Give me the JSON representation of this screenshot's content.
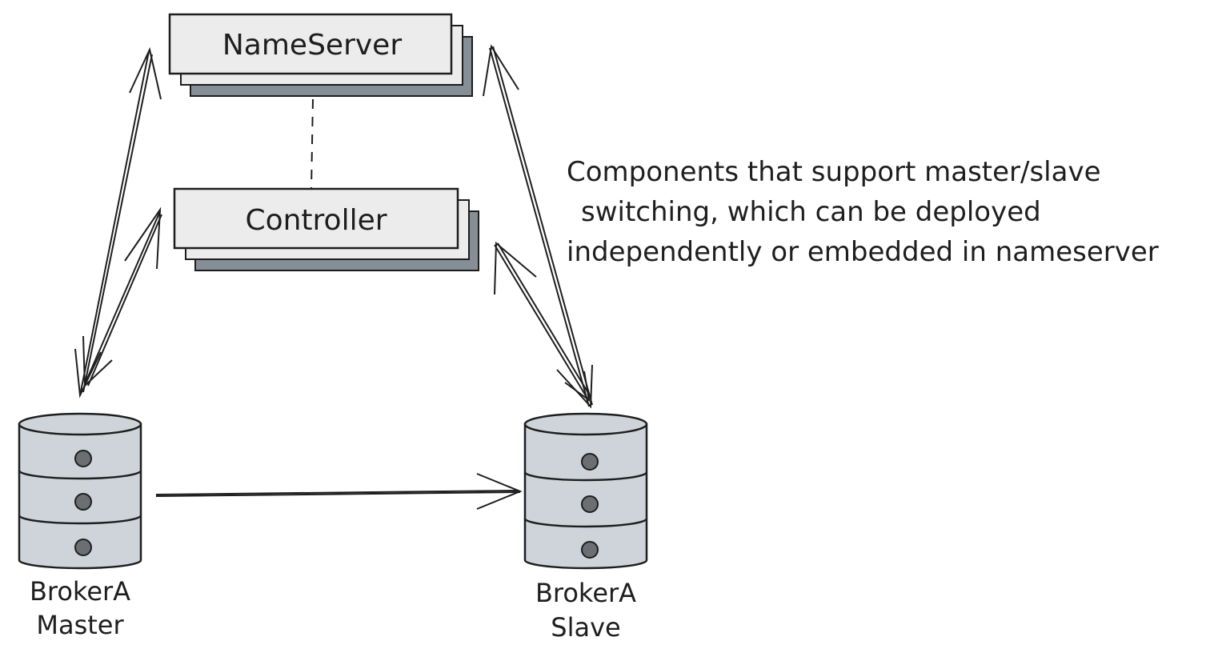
{
  "nodes": {
    "nameserver": {
      "label": "NameServer"
    },
    "controller": {
      "label": "Controller"
    },
    "broker_master": {
      "label_line1": "BrokerA",
      "label_line2": "Master"
    },
    "broker_slave": {
      "label_line1": "BrokerA",
      "label_line2": "Slave"
    }
  },
  "note": {
    "line1": "Components that support master/slave",
    "line2": "switching, which can be deployed",
    "line3": "independently or embedded in nameserver"
  },
  "colors": {
    "box_fill": "#ececec",
    "stack_fill": "#868e96",
    "db_fill": "#ced4da",
    "dot_fill": "#6b6f73",
    "stroke": "#1e1e1e"
  }
}
